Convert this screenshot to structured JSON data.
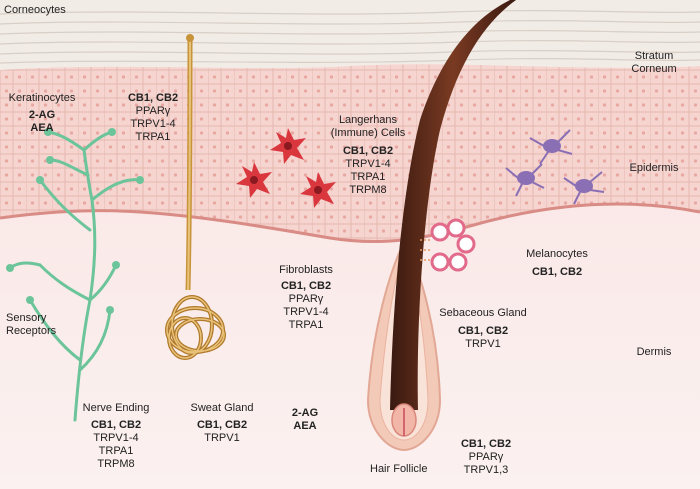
{
  "layers": {
    "corneocytes": "Corneocytes",
    "stratum_corneum": [
      "Stratum",
      "Corneum"
    ],
    "epidermis": "Epidermis",
    "dermis": "Dermis"
  },
  "keratinocytes": {
    "name": "Keratinocytes",
    "items": [
      "2-AG",
      "AEA"
    ]
  },
  "nail_receptors": {
    "items": [
      "CB1, CB2",
      "PPARγ",
      "TRPV1-4",
      "TRPA1"
    ]
  },
  "langerhans": {
    "name": [
      "Langerhans",
      "(Immune) Cells"
    ],
    "items": [
      "CB1, CB2",
      "TRPV1-4",
      "TRPA1",
      "TRPM8"
    ]
  },
  "melanocytes": {
    "name": "Melanocytes",
    "items": [
      "CB1, CB2"
    ]
  },
  "sensory": {
    "name": [
      "Sensory",
      "Receptors"
    ]
  },
  "fibroblasts": {
    "name": "Fibroblasts",
    "items": [
      "CB1, CB2",
      "PPARγ",
      "TRPV1-4",
      "TRPA1"
    ]
  },
  "sebaceous": {
    "name": "Sebaceous Gland",
    "items": [
      "CB1, CB2",
      "TRPV1"
    ]
  },
  "nerve": {
    "name": "Nerve Ending",
    "items": [
      "CB1, CB2",
      "TRPV1-4",
      "TRPA1",
      "TRPM8"
    ]
  },
  "sweat": {
    "name": "Sweat Gland",
    "items": [
      "CB1, CB2",
      "TRPV1"
    ]
  },
  "dermis_ligands": {
    "items": [
      "2-AG",
      "AEA"
    ]
  },
  "hair_follicle": {
    "name": "Hair Follicle",
    "items": [
      "CB1, CB2",
      "PPARγ",
      "TRPV1,3"
    ]
  },
  "colors": {
    "stratum": "#f1ebe6",
    "epidermis": "#f6d6d2",
    "cell_outline": "#e4b9b4",
    "dermis": "#f8eceb",
    "nerve": "#6cc49a",
    "sweat": "#c8943a",
    "hair": "#5a2a1a",
    "langerhans": "#d9363e",
    "melanocyte": "#8a6fb5",
    "sebaceous": "#e26a8a"
  }
}
